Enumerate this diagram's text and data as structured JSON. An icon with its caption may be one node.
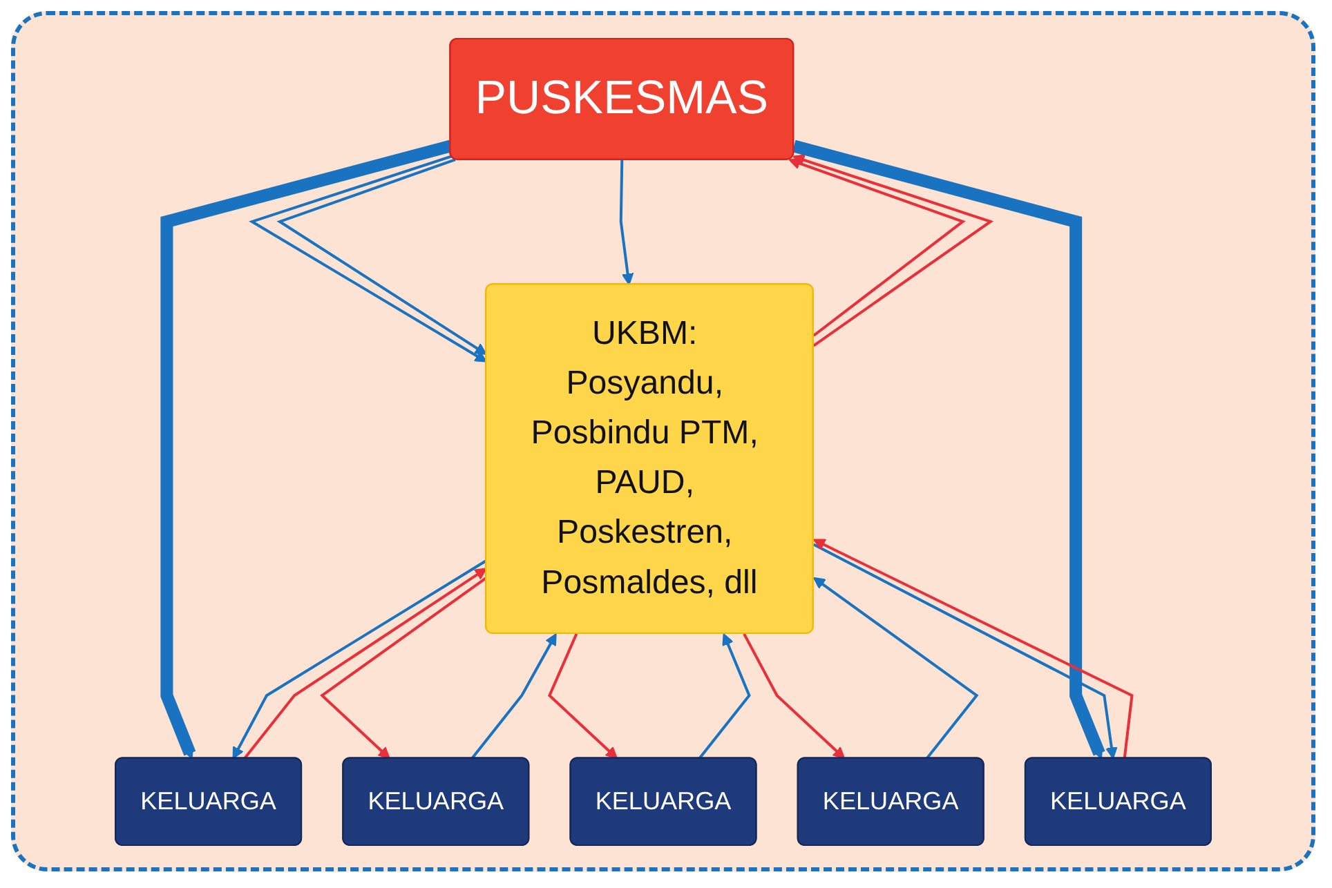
{
  "diagram": {
    "nodes": [
      {
        "text": [
          "PUSKESMAS"
        ]
      },
      {
        "text": [
          "UKBM: Posyandu, Posbindu PTM, PAUD, Poskestren, Posmaldes, dll"
        ]
      },
      {
        "text": [
          "KELUARGA"
        ]
      },
      {
        "text": [
          "KELUARGA"
        ]
      },
      {
        "text": [
          "KELUARGA"
        ]
      },
      {
        "text": [
          "KELUARGA"
        ]
      },
      {
        "text": [
          "KELUARGA"
        ]
      }
    ],
    "edges": [
      {
        "from": 1,
        "to": 0,
        "arrow": "to",
        "color": "#e8303a"
      },
      {
        "from": 0,
        "to": 1,
        "arrow": "to"
      },
      {
        "from": 0,
        "to": 1,
        "arrow": "to"
      },
      {
        "from": 0,
        "to": 1,
        "arrow": "to"
      },
      {
        "from": 1,
        "to": 0,
        "arrow": "to",
        "color": "#e8303a"
      },
      {
        "from": 0,
        "to": 2,
        "arrow": "to",
        "style": "thick"
      },
      {
        "from": 0,
        "to": 6,
        "arrow": "to",
        "style": "thick"
      },
      {
        "from": 2,
        "to": 1,
        "arrow": "to",
        "color": "#e8303a"
      },
      {
        "from": 1,
        "to": 2,
        "arrow": "to"
      },
      {
        "from": 1,
        "to": 3,
        "arrow": "to",
        "color": "#e8303a"
      },
      {
        "from": 3,
        "to": 1,
        "arrow": "to"
      },
      {
        "from": 1,
        "to": 4,
        "arrow": "to",
        "color": "#e8303a"
      },
      {
        "from": 4,
        "to": 1,
        "arrow": "to"
      },
      {
        "from": 1,
        "to": 5,
        "arrow": "to",
        "color": "#e8303a"
      },
      {
        "from": 5,
        "to": 1,
        "arrow": "to"
      },
      {
        "from": 1,
        "to": 6,
        "arrow": "to"
      },
      {
        "from": 6,
        "to": 1,
        "arrow": "to",
        "color": "#e8303a"
      }
    ]
  }
}
